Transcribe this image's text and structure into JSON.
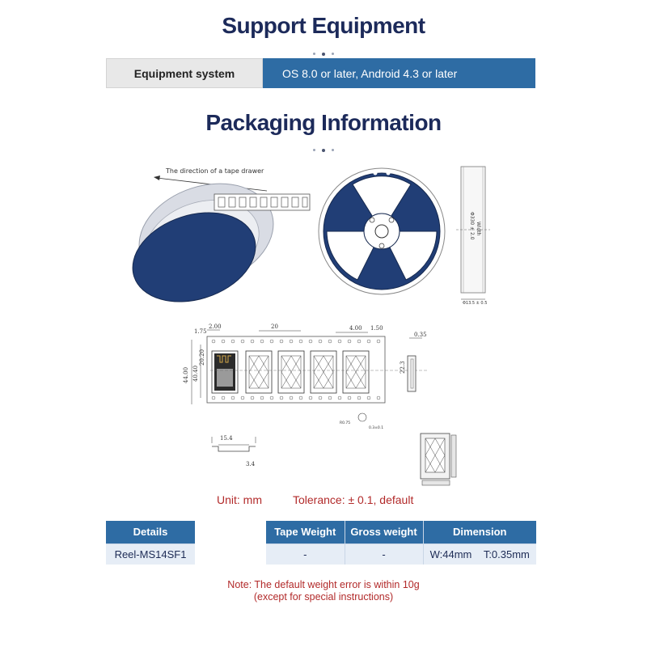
{
  "support_heading": "Support Equipment",
  "equipment": {
    "label": "Equipment system",
    "value": "OS 8.0 or later, Android 4.3 or later"
  },
  "packaging_heading": "Packaging Information",
  "diagram": {
    "tape_direction_label": "The direction of a tape drawer",
    "reel_side_labels": [
      "Width",
      "Φ330 ± 2.0"
    ],
    "reel_bottom_label": "Φ13.5 ± 0.5",
    "tape_dims": {
      "pitch_a": "2.00",
      "pitch_b": "20",
      "hole_spacing": "4.00",
      "hole_dia": "1.50",
      "edge": "1.75",
      "w1": "20.20",
      "total_width": "44.00",
      "w2": "40.40",
      "thickness": "0.35",
      "depth": "22.3",
      "section_a": "15.4",
      "section_b": "3.4",
      "small_a": "R0.75",
      "small_b": "0.3±0.1"
    }
  },
  "unit_text": "Unit: mm",
  "tolerance_text": "Tolerance: ± 0.1, default",
  "details_table": {
    "header": "Details",
    "value": "Reel-MS14SF1"
  },
  "weight_table": {
    "headers": [
      "Tape Weight",
      "Gross weight",
      "Dimension"
    ],
    "row": [
      "-",
      "-"
    ],
    "dimension_w": "W:44mm",
    "dimension_t": "T:0.35mm"
  },
  "note_line1": "Note: The default weight error is within 10g",
  "note_line2": "(except for special instructions)",
  "colors": {
    "navy": "#1c2a5a",
    "table_blue": "#2e6ca4",
    "note_red": "#b22a2a",
    "reel_blue": "#213e76"
  }
}
